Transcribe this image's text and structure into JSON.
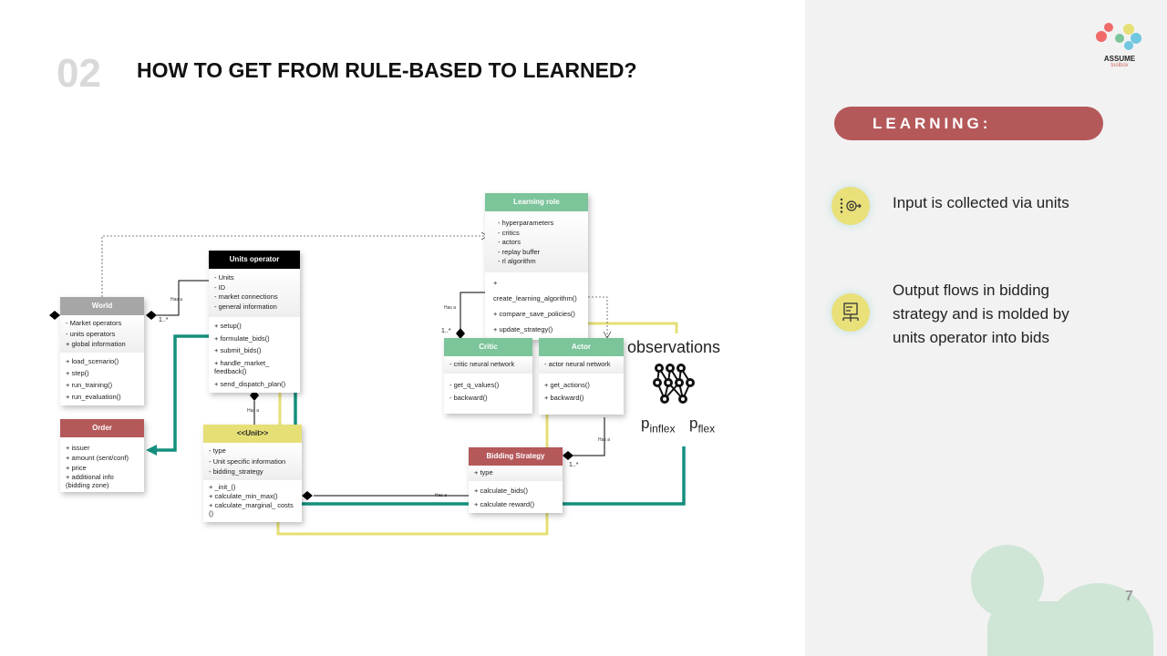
{
  "header": {
    "number": "02",
    "title": "HOW TO GET FROM RULE-BASED TO LEARNED?"
  },
  "diagram": {
    "learning_role": {
      "title": "Learning role",
      "attributes": [
        "- hyperparameters",
        "- critics",
        "- actors",
        "- replay buffer",
        "- rl algorithm"
      ],
      "methods": [
        "+ create_learning_algorithm()",
        "+ compare_save_policies()",
        "+ update_strategy()"
      ]
    },
    "units_operator": {
      "title": "Units operator",
      "attributes": [
        "- Units",
        "- ID",
        "- market connections",
        "- general information"
      ],
      "methods": [
        "+ setup()",
        "+ formulate_bids()",
        "+ submit_bids()",
        "+ handle_market_ feedback()",
        "+ send_dispatch_plan()"
      ]
    },
    "world": {
      "title": "World",
      "attributes": [
        "- Market operators",
        "- units operators",
        "+ global information"
      ],
      "methods": [
        "+ load_scenario()",
        "+ step()",
        "+ run_training()",
        "+ run_evaluation()"
      ]
    },
    "order": {
      "title": "Order",
      "attributes": [
        "+ issuer",
        "+ amount (sent/conf)",
        "+ price",
        "+ additional info (bidding zone)"
      ]
    },
    "unit": {
      "title": "<<Unit>>",
      "attributes": [
        "- type",
        "- Unit specific information",
        "- bidding_strategy"
      ],
      "methods": [
        "+ _init_()",
        "+ calculate_min_max()",
        "+ calculate_marginal_ costs ()"
      ]
    },
    "critic": {
      "title": "Critic",
      "attributes": [
        "- critic neural network"
      ],
      "methods": [
        "- get_q_values()",
        "- backward()"
      ]
    },
    "actor": {
      "title": "Actor",
      "attributes": [
        "- actor neural network"
      ],
      "methods": [
        "+ get_actions()",
        "+ backward()"
      ]
    },
    "bidding_strategy": {
      "title": "Bidding Strategy",
      "attributes": [
        "+ type"
      ],
      "methods": [
        "+ calculate_bids()",
        "+ calculate reward()"
      ]
    },
    "has_a": "Has a",
    "multiplicity": "1..*",
    "observations": "observations",
    "p_inflex": {
      "base": "p",
      "sub": "inflex"
    },
    "p_flex": {
      "base": "p",
      "sub": "flex"
    }
  },
  "sidebar": {
    "pill": "LEARNING:",
    "items": [
      {
        "icon": "target-input-icon",
        "text": "Input is collected via units"
      },
      {
        "icon": "server-output-icon",
        "text": "Output flows in bidding strategy and is molded by units operator into bids"
      }
    ]
  },
  "logo": {
    "name": "ASSUME",
    "sub": "toolbox"
  },
  "page_number": "7",
  "colors": {
    "green": "#7cc49a",
    "red": "#b5585a",
    "yellow": "#e6df75",
    "teal": "#148f7d",
    "pill": "#b5585a"
  }
}
